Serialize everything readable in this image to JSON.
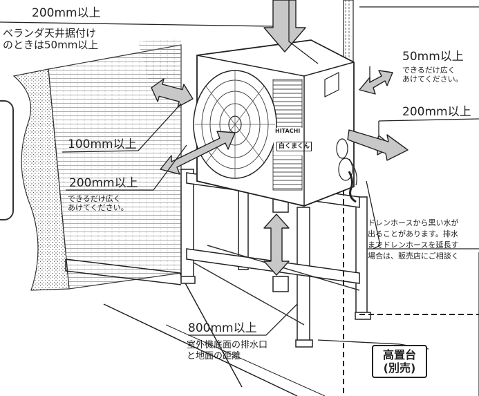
{
  "clearance": {
    "top_label": "200mm以上",
    "ceiling_note_line1": "ベランダ天井据付け",
    "ceiling_note_line2": "のときは50mm以上",
    "side_right_top": "50mm以上",
    "side_right_top_note_line1": "できるだけ広く",
    "side_right_top_note_line2": "あけてください。",
    "right_front": "200mm以上",
    "left_wall": "100mm以上",
    "left_front": "200mm以上",
    "left_front_note_line1": "できるだけ広く",
    "left_front_note_line2": "あけてください。",
    "bottom": "800mm以上",
    "bottom_note_line1": "室外機底面の排水口",
    "bottom_note_line2": "と地面の距離"
  },
  "drain_note": {
    "line1": "ドレンホースから黒い水が",
    "line2": "出ることがあります。排水",
    "line3": "までドレンホースを延長す",
    "line4": "場合は、販売店にご相談く"
  },
  "stand_box": {
    "line1": "高置台",
    "line2": "(別売)"
  },
  "brand": {
    "name": "HITACHI",
    "product": "白くまくん"
  },
  "colors": {
    "arrow_fill": "#c8c8c8",
    "line": "#222222",
    "wall_hatch": "#666666"
  }
}
